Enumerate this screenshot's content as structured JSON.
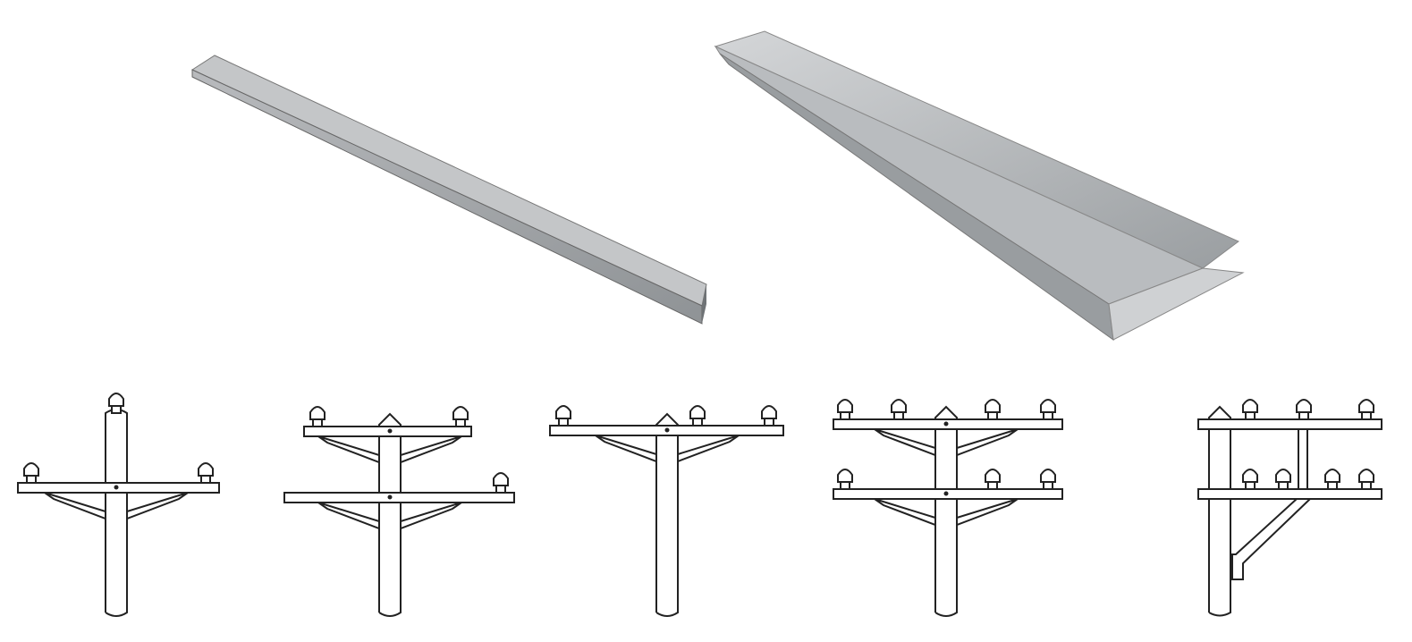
{
  "colors": {
    "background": "#ffffff",
    "steel_light": "#c9cbcd",
    "steel_mid": "#a7aaad",
    "steel_dark": "#7d8184",
    "line": "#222222"
  },
  "items": [
    {
      "name": "angle-steel-bar"
    },
    {
      "name": "channel-steel-bar"
    },
    {
      "name": "pole-single-crossarm"
    },
    {
      "name": "pole-double-crossarm-offset"
    },
    {
      "name": "pole-single-crossarm-wide"
    },
    {
      "name": "pole-double-crossarm"
    },
    {
      "name": "pole-side-crossarm-braced"
    }
  ]
}
